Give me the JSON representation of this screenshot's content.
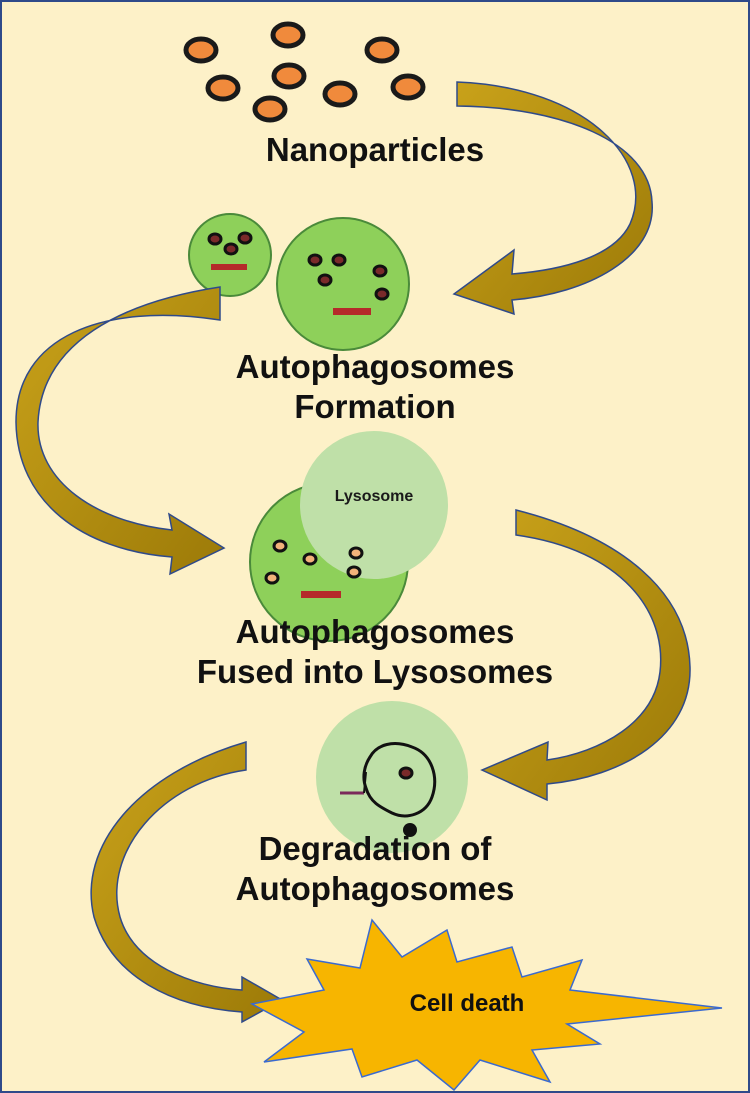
{
  "steps": {
    "nanoparticles": "Nanoparticles",
    "formation_line1": "Autophagosomes",
    "formation_line2": "Formation",
    "fused_line1": "Autophagosomes",
    "fused_line2": "Fused into Lysosomes",
    "degradation_line1": "Degradation of",
    "degradation_line2": "Autophagosomes"
  },
  "lysosome_label": "Lysosome",
  "cell_death_label": "Cell death",
  "colors": {
    "background": "#fdf1c8",
    "border": "#2f4a8a",
    "nanoparticle_fill": "#f08a3c",
    "vesicle_green": "#8ed05a",
    "lysosome_green": "#bfe0a8",
    "arrow_gold": "#b5900e",
    "marker_red": "#b52a2a",
    "burst_yellow": "#f7b500"
  },
  "icons": [
    "nanoparticle-icon",
    "autophagosome-icon",
    "lysosome-icon",
    "cell-death-burst-icon",
    "curved-arrow-icon"
  ]
}
